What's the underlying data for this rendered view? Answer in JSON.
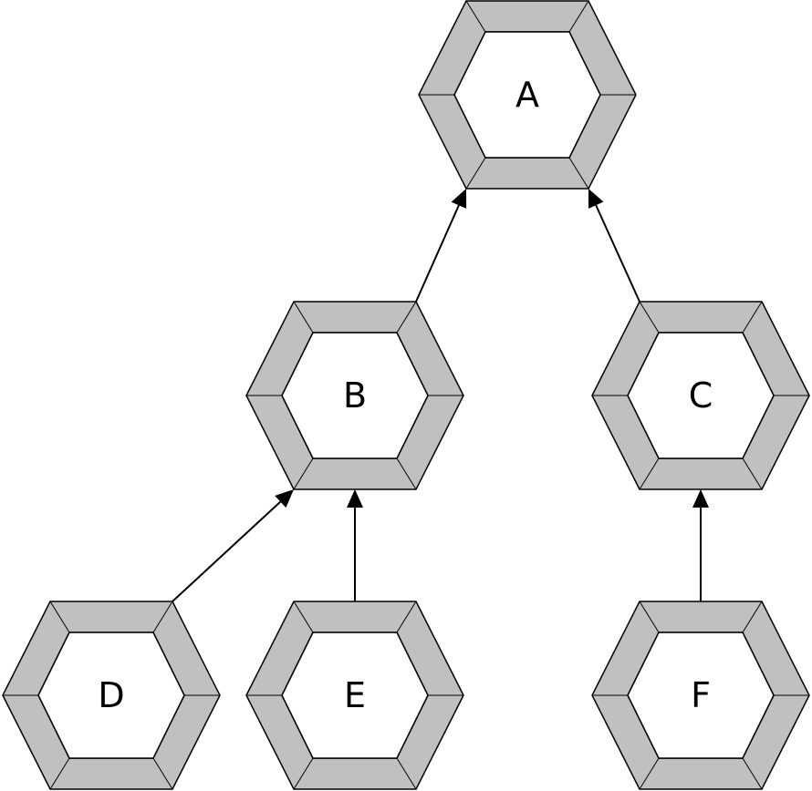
{
  "diagram": {
    "nodes": [
      {
        "id": "A",
        "label": "A"
      },
      {
        "id": "B",
        "label": "B"
      },
      {
        "id": "C",
        "label": "C"
      },
      {
        "id": "D",
        "label": "D"
      },
      {
        "id": "E",
        "label": "E"
      },
      {
        "id": "F",
        "label": "F"
      }
    ],
    "edges": [
      {
        "from": "B",
        "to": "A"
      },
      {
        "from": "C",
        "to": "A"
      },
      {
        "from": "D",
        "to": "B"
      },
      {
        "from": "E",
        "to": "B"
      },
      {
        "from": "F",
        "to": "C"
      }
    ],
    "colors": {
      "ring": "#c0c0c0",
      "inner": "#ffffff",
      "stroke": "#000000"
    }
  }
}
